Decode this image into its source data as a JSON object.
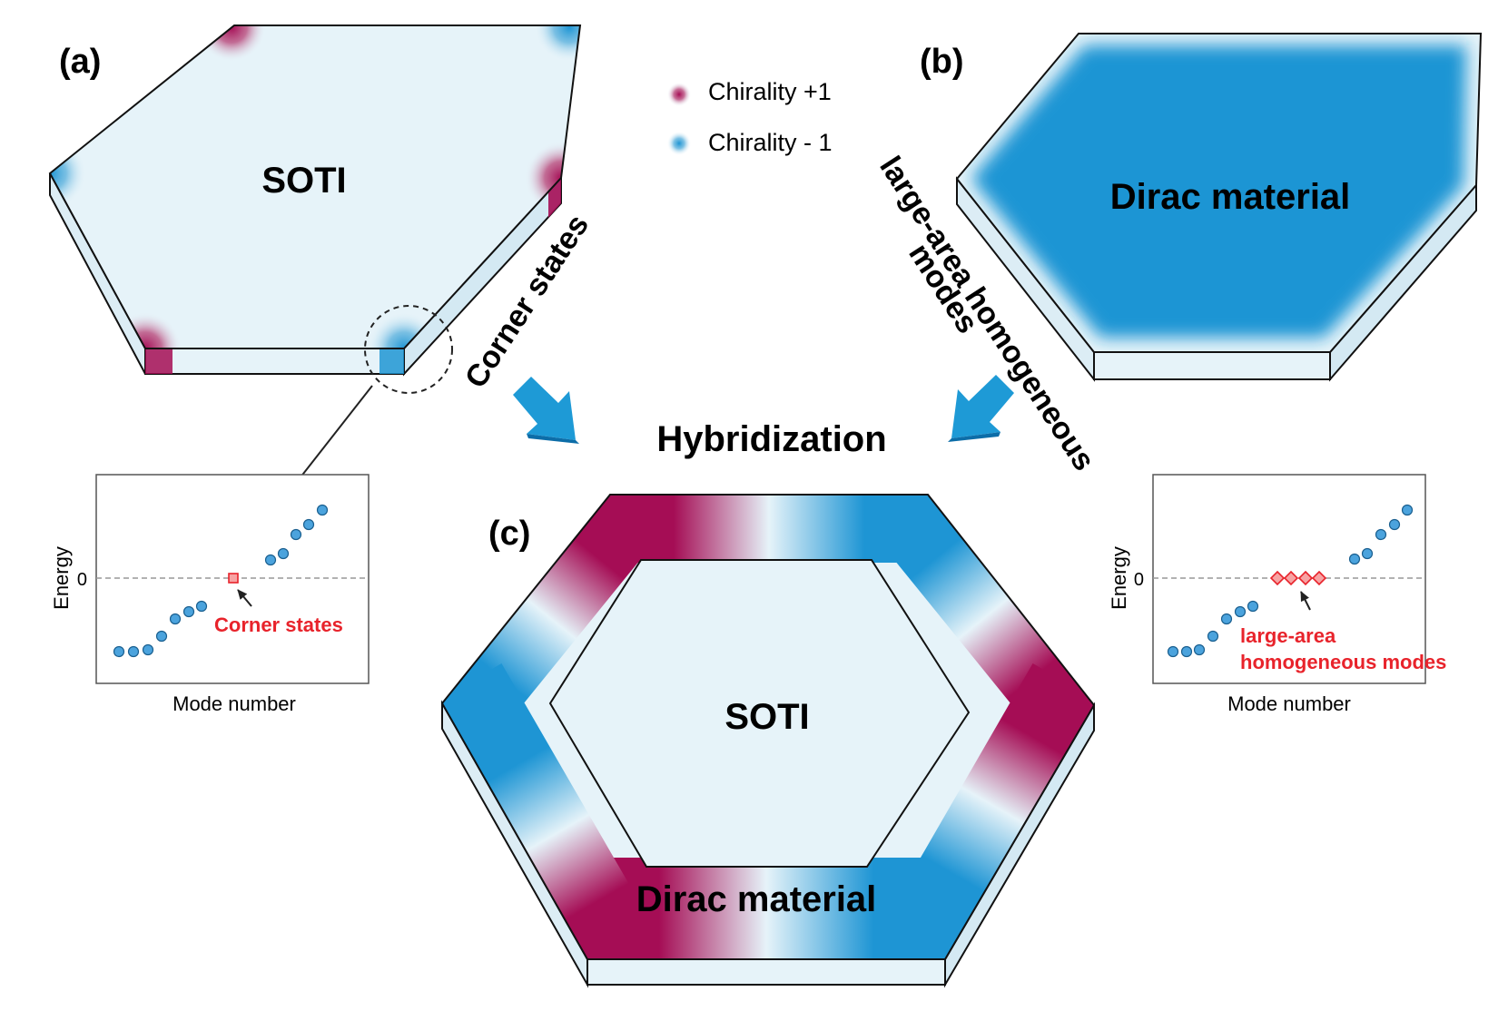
{
  "panels": {
    "a": {
      "label": "(a)",
      "material": "SOTI",
      "annotation": "Corner states"
    },
    "b": {
      "label": "(b)",
      "material": "Dirac material",
      "annotation_line1": "large-area homogeneous",
      "annotation_line2": "modes"
    },
    "c": {
      "label": "(c)",
      "inner_material": "SOTI",
      "outer_material": "Dirac material"
    }
  },
  "legend": {
    "plus_label": "Chirality +1",
    "minus_label": "Chirality - 1"
  },
  "center_text": "Hybridization",
  "plot_left": {
    "xlabel": "Mode number",
    "ylabel": "Energy",
    "zero_tick": "0",
    "annotation": "Corner states",
    "blue_points": [
      1,
      2,
      3,
      4,
      5,
      6,
      7,
      9,
      10,
      11,
      12,
      13
    ],
    "special_points": [
      8
    ]
  },
  "plot_right": {
    "xlabel": "Mode number",
    "ylabel": "Energy",
    "zero_tick": "0",
    "annotation_line1": "large-area",
    "annotation_line2": "homogeneous modes",
    "blue_points": [
      1,
      2,
      3,
      4,
      5,
      6,
      7,
      12,
      13,
      14,
      15,
      16
    ],
    "special_points": [
      8,
      9,
      10,
      11
    ]
  },
  "colors": {
    "chirality_plus": "#a50d55",
    "chirality_minus": "#1e95d4",
    "soti_fill": "#e6f3f9",
    "dirac_fill": "#1e95d4",
    "highlight": "#e8232b",
    "arrow": "#1e9ad6"
  }
}
